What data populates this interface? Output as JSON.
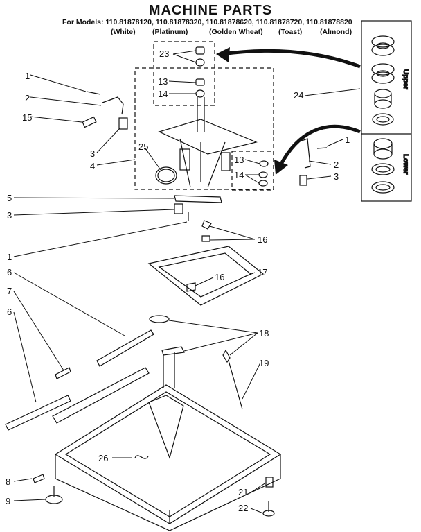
{
  "title": "MACHINE PARTS",
  "models_line": "For Models: 110.81878120, 110.81878320, 110.81878620, 110.81878720, 110.81878820",
  "colors": [
    "(White)",
    "(Platinum)",
    "(Golden Wheat)",
    "(Toast)",
    "(Almond)"
  ],
  "inset_labels": {
    "upper": "Upper",
    "lower": "Lower"
  },
  "callouts": [
    "1",
    "2",
    "15",
    "3",
    "4",
    "25",
    "23",
    "13",
    "14",
    "24",
    "1",
    "2",
    "3",
    "13",
    "14",
    "5",
    "3",
    "1",
    "16",
    "16",
    "17",
    "6",
    "7",
    "6",
    "18",
    "19",
    "26",
    "8",
    "9",
    "21",
    "22"
  ]
}
